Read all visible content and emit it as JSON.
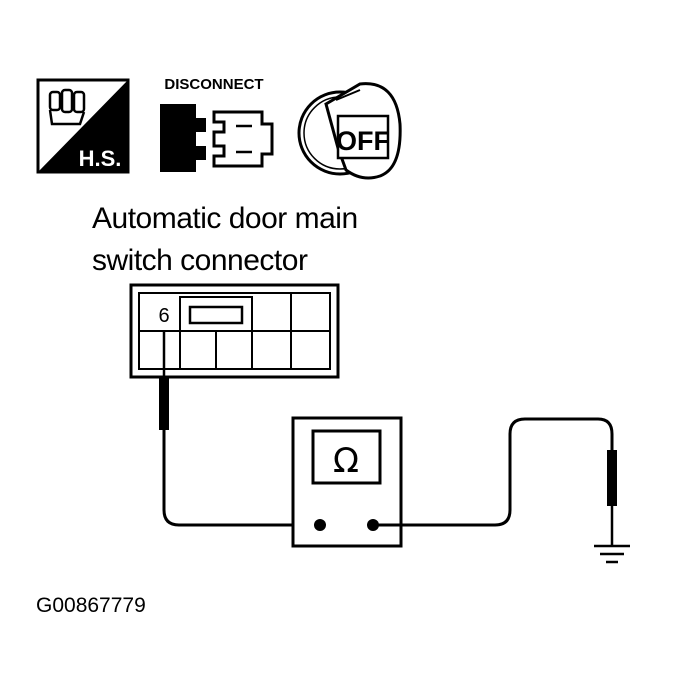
{
  "icons": {
    "hs_label": "H.S.",
    "disconnect_label": "DISCONNECT",
    "ignition_label": "OFF"
  },
  "title": {
    "line1": "Automatic door main",
    "line2": "switch connector"
  },
  "connector": {
    "terminal": "6"
  },
  "meter": {
    "symbol": "Ω"
  },
  "figure_code": "G00867779"
}
